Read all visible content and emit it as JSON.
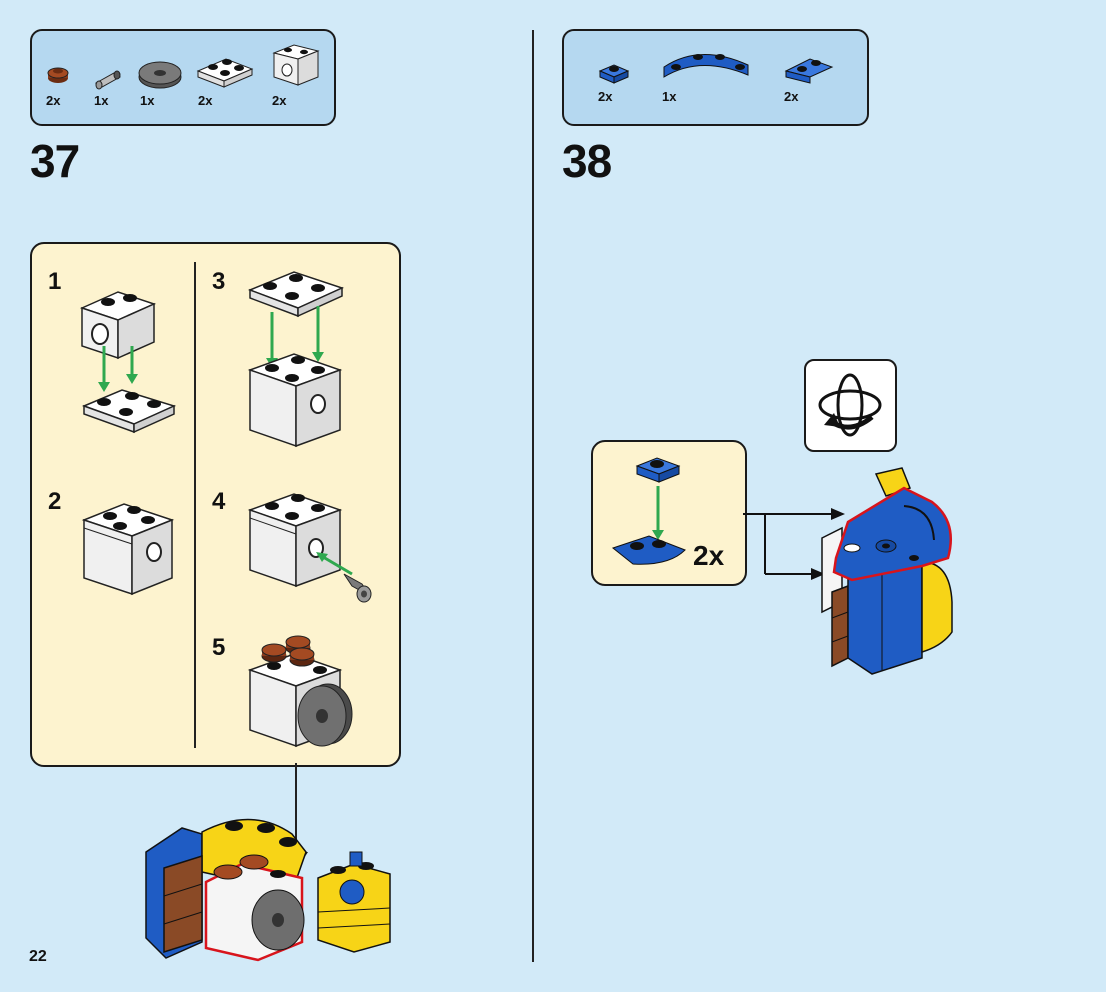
{
  "page_number": "22",
  "steps": [
    {
      "number": "37",
      "parts": [
        {
          "qty": "2x",
          "part": "brown-round-plate-1x1"
        },
        {
          "qty": "1x",
          "part": "grey-pin-connector"
        },
        {
          "qty": "1x",
          "part": "dark-grey-round-tile-2x2"
        },
        {
          "qty": "2x",
          "part": "white-plate-2x2"
        },
        {
          "qty": "2x",
          "part": "white-brick-2x2-with-hole"
        }
      ],
      "substeps": [
        "1",
        "2",
        "3",
        "4",
        "5"
      ]
    },
    {
      "number": "38",
      "parts": [
        {
          "qty": "2x",
          "part": "blue-plate-1x1"
        },
        {
          "qty": "1x",
          "part": "blue-curved-plate"
        },
        {
          "qty": "2x",
          "part": "blue-plate-1x2-rounded"
        }
      ],
      "callout_multiplier": "2x",
      "rotate_icon": "rotate-model-icon"
    }
  ],
  "colors": {
    "page_bg": "#d2eaf8",
    "parts_bg": "#b5d8f0",
    "substep_bg": "#fdf3cf",
    "lego_blue": "#1f5cc4",
    "lego_yellow": "#f7d417",
    "lego_brown": "#8a3b1c",
    "lego_white": "#f5f5f5",
    "lego_dark_grey": "#6e6e6e",
    "highlight_red": "#d8141c",
    "arrow_green": "#2fa84f"
  }
}
